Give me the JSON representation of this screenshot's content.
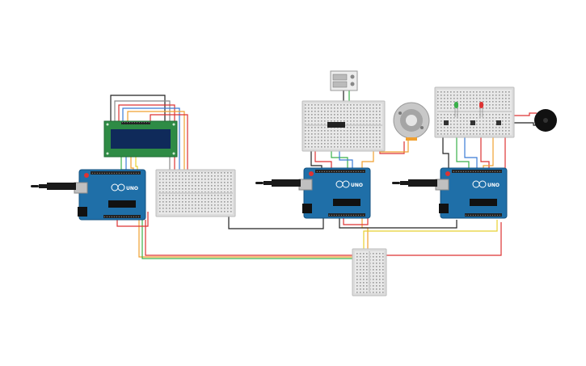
{
  "boards": [
    {
      "name": "arduino-uno-1",
      "model_label": "UNO"
    },
    {
      "name": "arduino-uno-2",
      "model_label": "UNO"
    },
    {
      "name": "arduino-uno-3",
      "model_label": "UNO"
    }
  ],
  "components": {
    "lcd": "lcd-16x2-display",
    "servo": "servo-motor",
    "sensor": "temperature-humidity-module",
    "buzzer": "piezo-buzzer",
    "leds": [
      "green-led",
      "red-led"
    ],
    "breadboards": 4
  },
  "colors": {
    "board_blue": "#1f6fa8",
    "breadboard": "#e6e6e6",
    "lcd_green": "#2e8b45",
    "lcd_screen": "#0f2a5a",
    "wire_red": "#d33",
    "wire_black": "#222",
    "wire_orange": "#f0a030",
    "wire_green": "#3ab04a",
    "wire_blue": "#3a7bd5",
    "wire_yellow": "#e8d030",
    "wire_gray": "#888"
  }
}
